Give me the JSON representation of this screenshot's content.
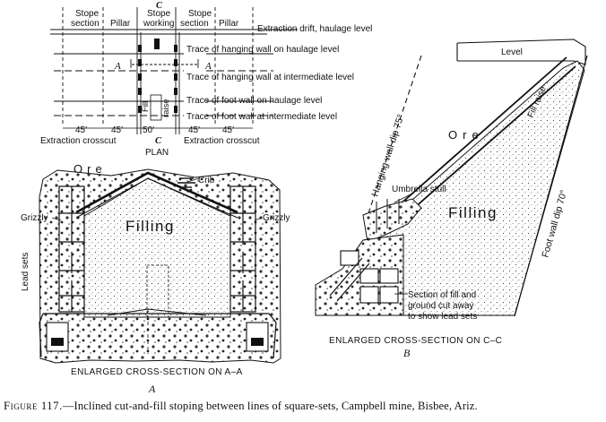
{
  "plan": {
    "section_c_top": "C",
    "section_c_bottom": "C",
    "section_a_left": "A",
    "section_a_right": "A",
    "col_stope_section_l1": "Stope",
    "col_stope_section_l2": "section",
    "col_pillar_left": "Pillar",
    "col_stope_working_l1": "Stope",
    "col_stope_working_l2": "working",
    "col_stope_section_r1": "Stope",
    "col_stope_section_r2": "section",
    "col_pillar_right": "Pillar",
    "extraction_drift": "Extraction drift, haulage level",
    "trace_hanging_haulage": "Trace of hanging wall on haulage level",
    "trace_hanging_intermediate": "Trace of hanging wall at intermediate level",
    "trace_foot_haulage": "Trace of foot wall on haulage level",
    "trace_foot_intermediate": "Trace of foot wall at intermediate level",
    "fill_raise_1": "Fill",
    "fill_raise_2": "raise",
    "dim_45_a": "45′",
    "dim_45_b": "45′",
    "dim_50": "50′",
    "dim_45_c": "45′",
    "dim_45_d": "45′",
    "crosscut_left": "Extraction crosscut",
    "crosscut_right": "Extraction crosscut",
    "title": "PLAN"
  },
  "section_a": {
    "ore": "Ore",
    "crib": "Crib",
    "filling": "Filling",
    "grizzly_left": "Grizzly",
    "grizzly_right": "Grizzly",
    "lead_sets": "Lead sets",
    "title": "ENLARGED CROSS-SECTION ON A–A",
    "letter": "A"
  },
  "section_b": {
    "level": "Level",
    "fill_raise": "Fill raise",
    "hanging_wall": "Hanging wall dip 75°",
    "ore": "Ore",
    "umbrella_stull": "Umbrella stull",
    "filling": "Filling",
    "foot_wall": "Foot wall dip 70°",
    "cutaway_1": "Section of fill and",
    "cutaway_2": "ground cut away",
    "cutaway_3": "to show lead sets",
    "title": "ENLARGED CROSS-SECTION ON C–C",
    "letter": "B"
  },
  "caption": {
    "figure_no": "Figure 117.",
    "text": "—Inclined cut-and-fill stoping between lines of square-sets, Campbell mine, Bisbee, Ariz."
  }
}
